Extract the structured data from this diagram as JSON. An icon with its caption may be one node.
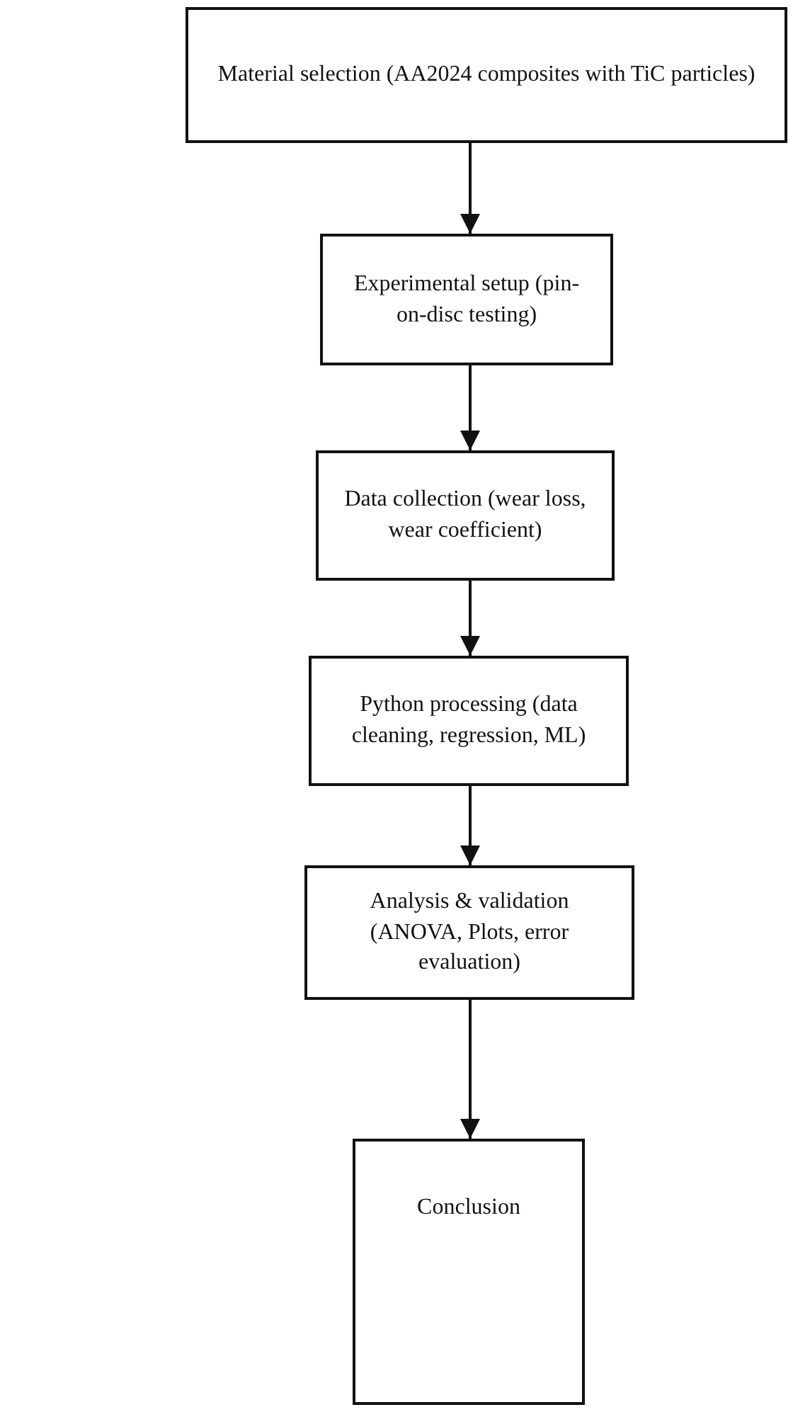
{
  "diagram": {
    "nodes": [
      {
        "text": [
          "Material selection (AA2024 composites with TiC particles)"
        ]
      },
      {
        "text": [
          "Experimental setup (pin-on-disc testing)"
        ]
      },
      {
        "text": [
          "Data collection (wear loss, wear coefficient)"
        ]
      },
      {
        "text": [
          "Python processing (data cleaning, regression, ML)"
        ]
      },
      {
        "text": [
          "Analysis & validation (ANOVA, Plots, error evaluation)"
        ]
      },
      {
        "text": [
          "Conclusion"
        ]
      }
    ],
    "edges": [
      {
        "from": 0,
        "to": 1,
        "arrow": "to"
      },
      {
        "from": 1,
        "to": 2,
        "arrow": "to"
      },
      {
        "from": 2,
        "to": 3,
        "arrow": "to"
      },
      {
        "from": 3,
        "to": 4,
        "arrow": "to"
      },
      {
        "from": 4,
        "to": 5,
        "arrow": "to"
      }
    ]
  }
}
